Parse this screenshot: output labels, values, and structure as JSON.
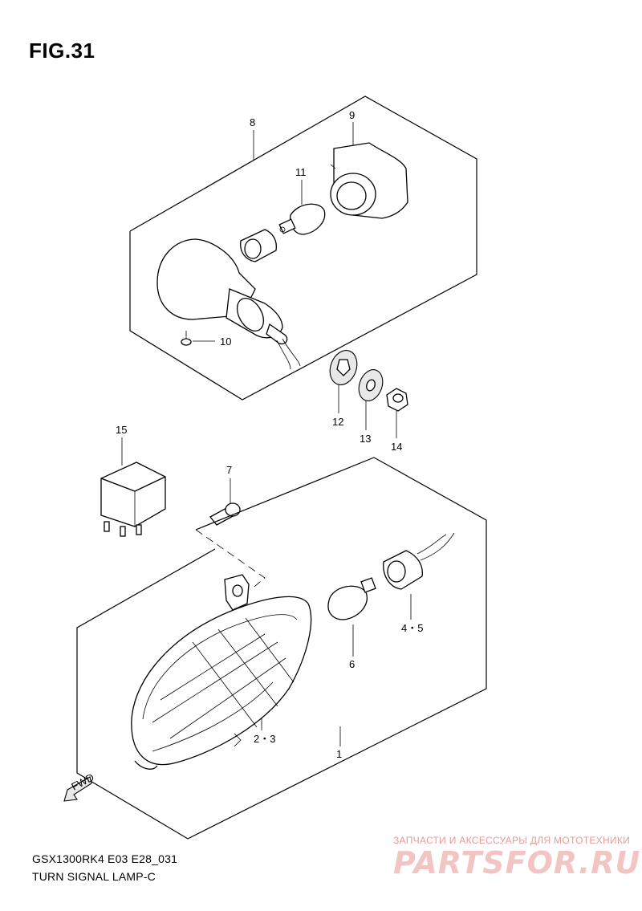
{
  "figure": {
    "title": "FIG.31"
  },
  "callouts": [
    {
      "id": "8",
      "label": "8"
    },
    {
      "id": "9",
      "label": "9"
    },
    {
      "id": "11",
      "label": "11"
    },
    {
      "id": "10",
      "label": "10"
    },
    {
      "id": "12",
      "label": "12"
    },
    {
      "id": "13",
      "label": "13"
    },
    {
      "id": "14",
      "label": "14"
    },
    {
      "id": "15",
      "label": "15"
    },
    {
      "id": "7",
      "label": "7"
    },
    {
      "id": "4-5",
      "label": "4・5"
    },
    {
      "id": "6",
      "label": "6"
    },
    {
      "id": "2-3",
      "label": "2・3"
    },
    {
      "id": "1",
      "label": "1"
    }
  ],
  "fwd_label": "FWD",
  "footer": {
    "model_code": "GSX1300RK4 E03 E28_031",
    "diagram_name": "TURN SIGNAL LAMP-C"
  },
  "watermark": {
    "tagline": "ЗАПЧАСТИ И АКСЕССУАРЫ ДЛЯ МОТОТЕХНИКИ",
    "brand": "PARTSFOR.RU",
    "color": "#e89b9b"
  }
}
